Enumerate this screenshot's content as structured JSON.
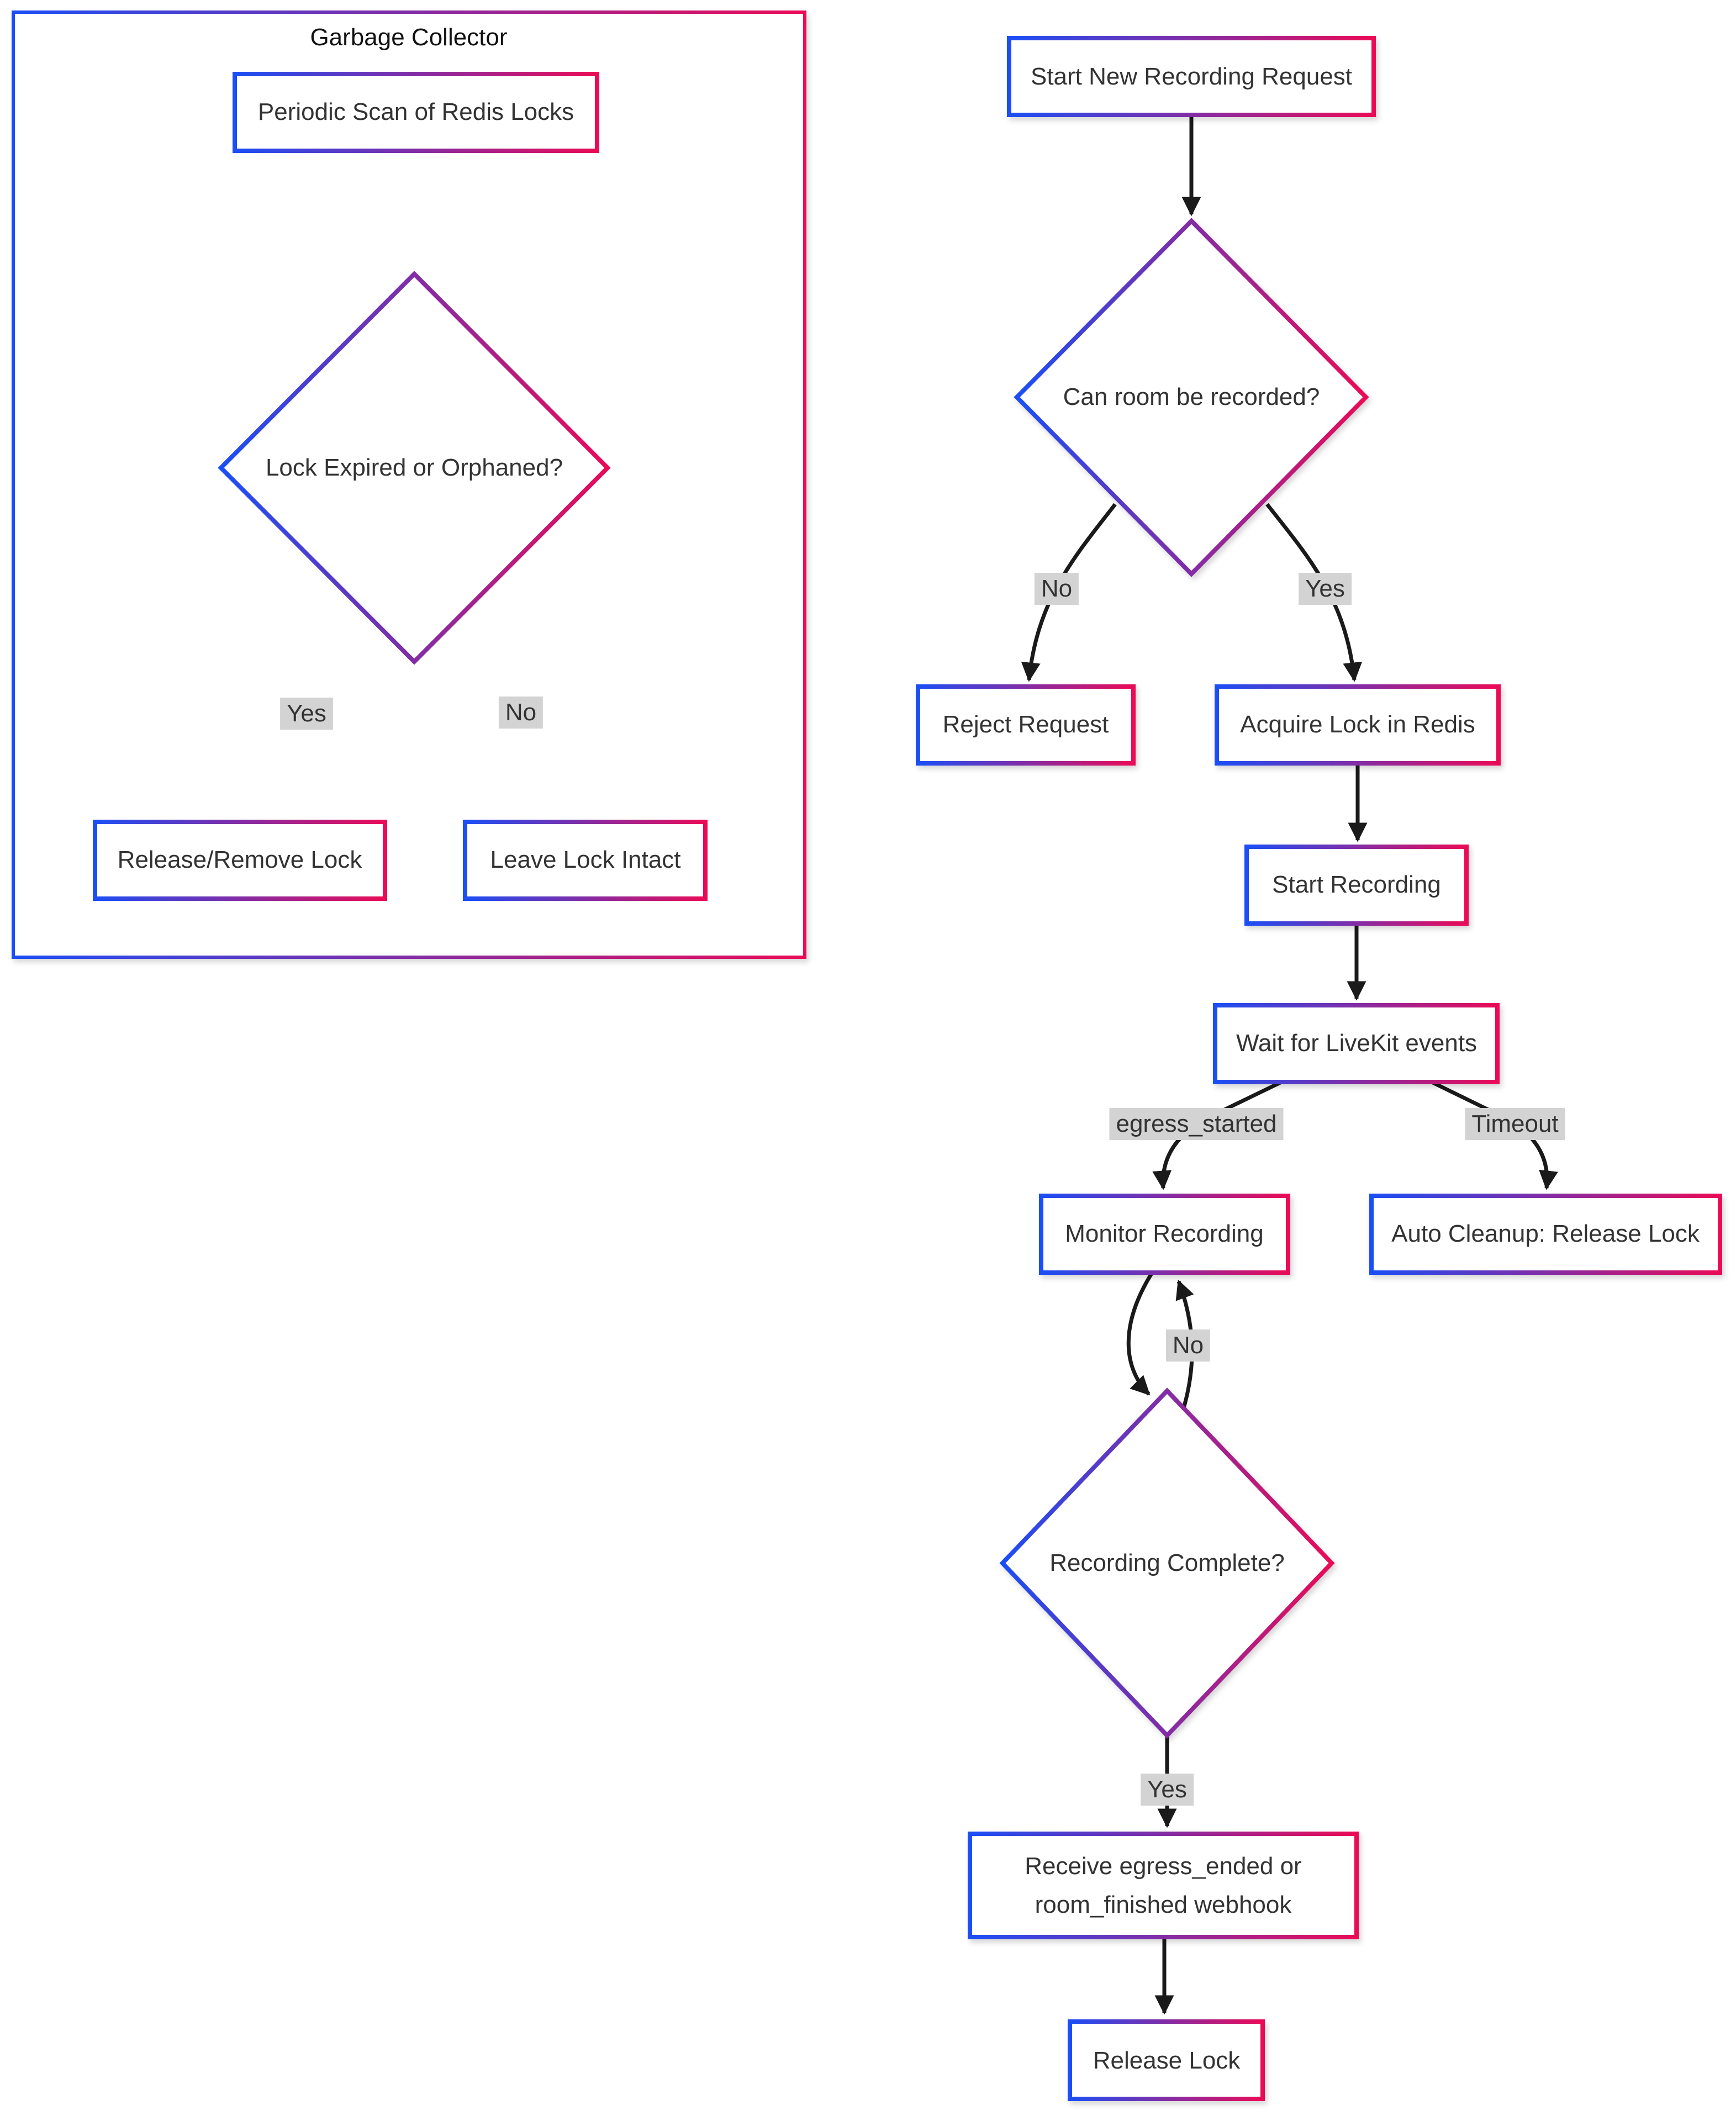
{
  "diagram": {
    "type": "flowchart",
    "subgraph": {
      "title": "Garbage Collector"
    },
    "left": {
      "periodic_scan": "Periodic Scan of Redis Locks",
      "lock_expired_decision": "Lock Expired or Orphaned?",
      "yes_label": "Yes",
      "no_label": "No",
      "release_remove_lock": "Release/Remove Lock",
      "leave_lock_intact": "Leave Lock Intact"
    },
    "right": {
      "start_new_recording_request": "Start New Recording Request",
      "can_room_be_recorded": "Can room be recorded?",
      "no_label": "No",
      "yes_label": "Yes",
      "reject_request": "Reject Request",
      "acquire_lock_in_redis": "Acquire Lock in Redis",
      "start_recording": "Start Recording",
      "wait_for_livekit_events": "Wait for LiveKit events",
      "egress_started_label": "egress_started",
      "timeout_label": "Timeout",
      "monitor_recording": "Monitor Recording",
      "auto_cleanup_release_lock": "Auto Cleanup: Release Lock",
      "recording_complete_decision": "Recording Complete?",
      "loop_no_label": "No",
      "complete_yes_label": "Yes",
      "receive_webhook_line1": "Receive egress_ended or",
      "receive_webhook_line2": "room_finished webhook",
      "release_lock": "Release Lock"
    },
    "colors": {
      "gradient_start": "#1b4ef5",
      "gradient_end": "#ea0b57",
      "edge": "#1a1a1a",
      "edge_label_bg": "#d3d3d3",
      "text": "#333333",
      "node_fill": "#ffffff"
    }
  }
}
